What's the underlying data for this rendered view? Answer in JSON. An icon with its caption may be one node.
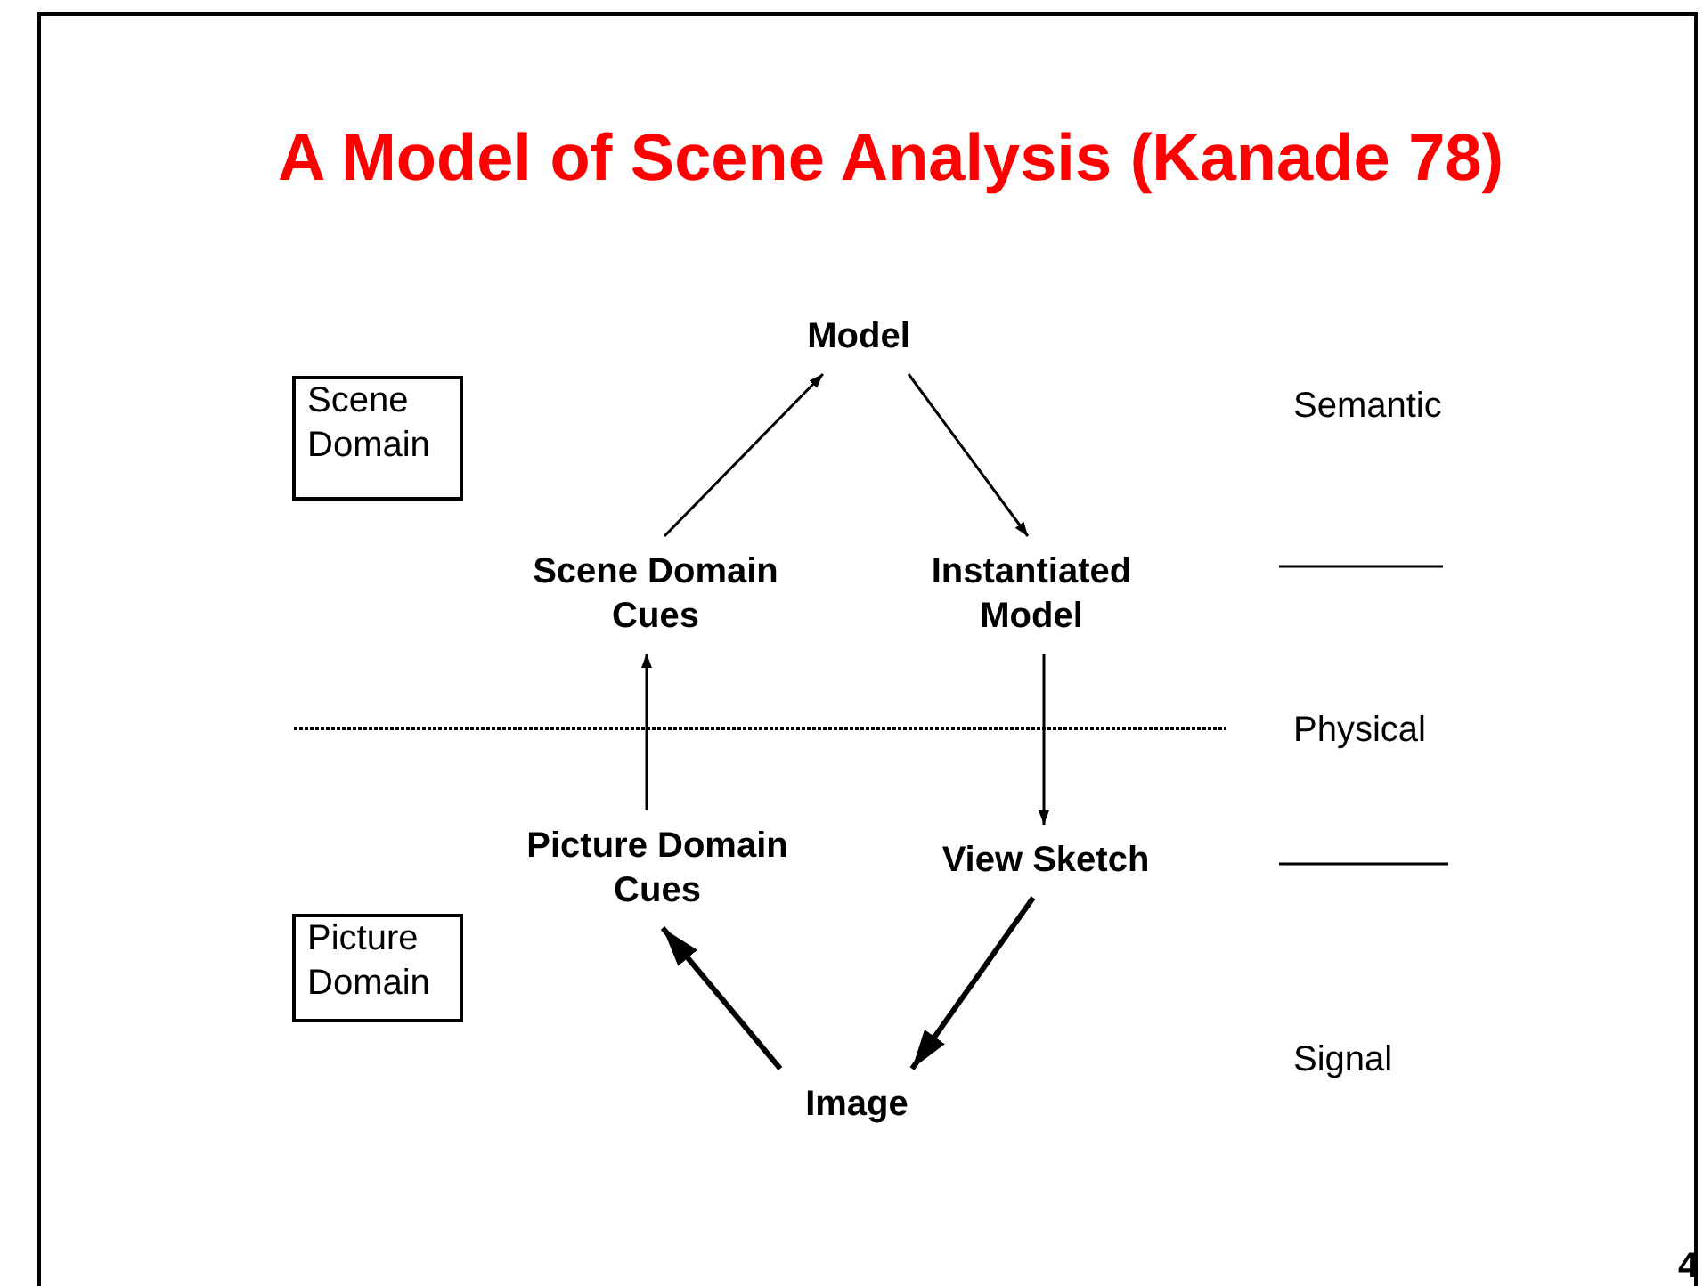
{
  "diagram": {
    "title": "A Model of Scene Analysis (Kanade 78)",
    "nodes": [
      {
        "text": [
          "Model"
        ]
      },
      {
        "text": [
          "Scene Domain Cues"
        ]
      },
      {
        "text": [
          "Instantiated Model"
        ]
      },
      {
        "text": [
          "Picture Domain Cues"
        ]
      },
      {
        "text": [
          "View Sketch"
        ]
      },
      {
        "text": [
          "Image"
        ]
      },
      {
        "text": [
          "Scene Domain"
        ]
      },
      {
        "text": [
          "Picture Domain"
        ]
      }
    ],
    "edges": [
      {
        "from": 1,
        "to": 0,
        "arrow": "to"
      },
      {
        "from": 0,
        "to": 2,
        "arrow": "to"
      },
      {
        "from": 2,
        "to": 4,
        "arrow": "to"
      },
      {
        "from": 3,
        "to": 1,
        "arrow": "to"
      },
      {
        "from": 4,
        "to": 5,
        "arrow": "to",
        "style": "thick"
      },
      {
        "from": 5,
        "to": 3,
        "arrow": "to",
        "style": "thick"
      }
    ],
    "labels": [
      "Semantic",
      "Physical",
      "Signal",
      "4"
    ]
  }
}
